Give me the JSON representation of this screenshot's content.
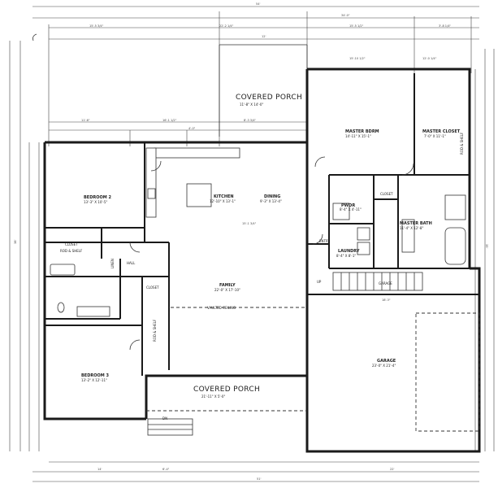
{
  "plan": {
    "rooms": [
      {
        "id": "porch-top",
        "name": "COVERED PORCH",
        "size": "11'-8\" X 14'-0\""
      },
      {
        "id": "master-bdrm",
        "name": "MASTER BDRM",
        "size": "14'-11\" X 15'-1\""
      },
      {
        "id": "master-closet",
        "name": "MASTER CLOSET",
        "size": "7'-0\" X 11'-1\""
      },
      {
        "id": "bedroom2",
        "name": "BEDROOM 2",
        "size": "13'-3\" X 10'-5\""
      },
      {
        "id": "kitchen",
        "name": "KITCHEN",
        "size": "12'-10\" X 13'-1\""
      },
      {
        "id": "dining",
        "name": "DINING",
        "size": "9'-3\" X 13'-4\""
      },
      {
        "id": "pwdr",
        "name": "PWDR",
        "size": "8'-4\" X 4'-11\""
      },
      {
        "id": "master-bath",
        "name": "MASTER BATH",
        "size": "11'-4\" X 12'-8\""
      },
      {
        "id": "laundry",
        "name": "LAUNDRY",
        "size": "8'-4\" X 8'-1\""
      },
      {
        "id": "family",
        "name": "FAMILY",
        "size": "22'-0\" X 17'-10\""
      },
      {
        "id": "bedroom3",
        "name": "BEDROOM 3",
        "size": "13'-2\" X 12'-11\""
      },
      {
        "id": "garage",
        "name": "GARAGE",
        "size": "23'-0\" X 21'-4\""
      },
      {
        "id": "porch-bottom",
        "name": "COVERED PORCH",
        "size": "21'-11\" X 5'-0\""
      }
    ],
    "labels": {
      "closet_master": "CLOSET",
      "entry": "ENTRY",
      "up": "UP",
      "garage_stair": "GARAGE",
      "vaulted": "VAULTED CEILING",
      "closet_b2": "CLOSET",
      "rod_shelf_b2": "ROD & SHELF",
      "hall": "HALL",
      "closet_hall": "CLOSET",
      "rod_shelf_b3": "ROD & SHELF",
      "rod_shelf_master": "ROD & SHELF",
      "linen": "LINEN",
      "dn": "DN"
    },
    "dimensions": {
      "overall_top": "54'",
      "top_left": "15'-5 3/4\"",
      "top_right": "34'-0\"",
      "top_mid": "22'-2 1/4\"",
      "top_porch": "12'",
      "top_r1": "15'-5 1/2\"",
      "top_r2": "3'-8 1/4\"",
      "master_w": "15'-10 1/2\"",
      "closet_w": "12'-0 1/4\"",
      "left_mid": "11'-6\"",
      "mid1": "16'-1 1/2\"",
      "mid2": "4'-0\"",
      "mid3": "8'-3 3/4\"",
      "family_span": "15'-1 3/4\"",
      "garage_span": "18'-3\"",
      "bottom_overall": "51'",
      "bottom_left": "14'",
      "bottom_mid": "6'-4\"",
      "bottom_r": "22'",
      "right_side": "35'",
      "left_side": "38'"
    }
  }
}
